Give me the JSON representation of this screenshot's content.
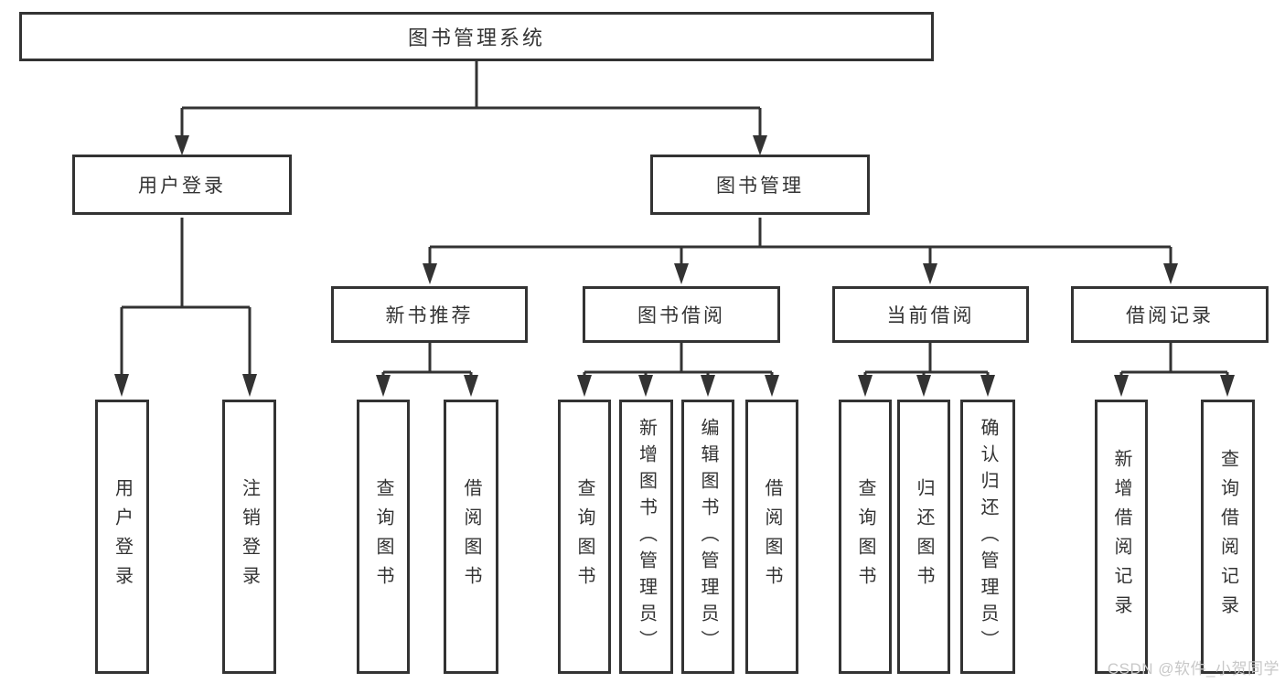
{
  "tree": {
    "root": {
      "label": "图书管理系统",
      "children": [
        {
          "label": "用户登录",
          "children": [
            {
              "label": "用户登录"
            },
            {
              "label": "注销登录"
            }
          ]
        },
        {
          "label": "图书管理",
          "children": [
            {
              "label": "新书推荐",
              "children": [
                {
                  "label": "查询图书"
                },
                {
                  "label": "借阅图书"
                }
              ]
            },
            {
              "label": "图书借阅",
              "children": [
                {
                  "label": "查询图书"
                },
                {
                  "label": "新增图书（管理员）"
                },
                {
                  "label": "编辑图书（管理员）"
                },
                {
                  "label": "借阅图书"
                }
              ]
            },
            {
              "label": "当前借阅",
              "children": [
                {
                  "label": "查询图书"
                },
                {
                  "label": "归还图书"
                },
                {
                  "label": "确认归还（管理员）"
                }
              ]
            },
            {
              "label": "借阅记录",
              "children": [
                {
                  "label": "新增借阅记录"
                },
                {
                  "label": "查询借阅记录"
                }
              ]
            }
          ]
        }
      ]
    }
  },
  "watermark": "CSDN @软件_小贺同学",
  "colors": {
    "line": "#333333",
    "box_border": "#333333",
    "box_fill": "#ffffff",
    "text": "#333333",
    "watermark": "#c8c8c8",
    "background": "#ffffff"
  }
}
